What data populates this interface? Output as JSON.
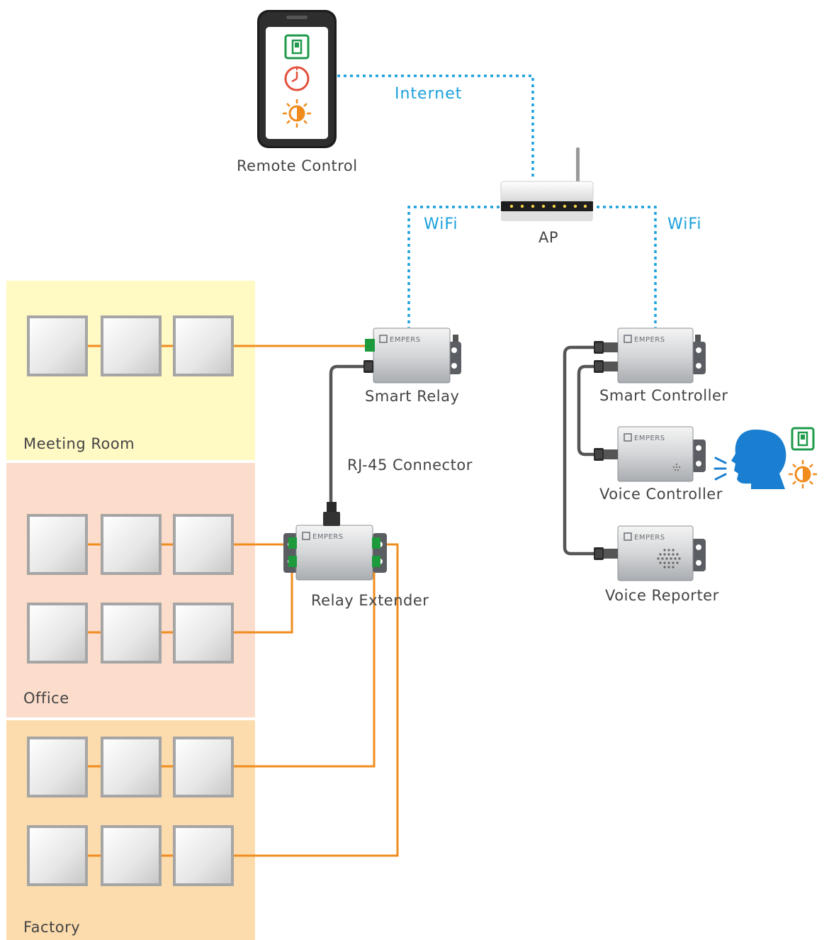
{
  "zones": {
    "meeting_room": "Meeting Room",
    "office": "Office",
    "factory": "Factory"
  },
  "devices": {
    "remote_control": "Remote Control",
    "ap": "AP",
    "smart_relay": "Smart Relay",
    "relay_extender": "Relay Extender",
    "smart_controller": "Smart Controller",
    "voice_controller": "Voice Controller",
    "voice_reporter": "Voice Reporter"
  },
  "links": {
    "internet": "Internet",
    "wifi_left": "WiFi",
    "wifi_right": "WiFi",
    "rj45": "RJ-45 Connector"
  },
  "brand": "EMPERS",
  "colors": {
    "meeting_room_bg": "#fff9c4",
    "office_bg": "#fcdcca",
    "factory_bg": "#fcdcad",
    "wire_orange": "#f08c1e",
    "wire_network": "#1aa0dc",
    "cable_gray": "#555555",
    "speaker_head": "#1a7fd0"
  },
  "icons": [
    "switch-icon",
    "clock-icon",
    "brightness-icon",
    "speaking-head-icon"
  ]
}
